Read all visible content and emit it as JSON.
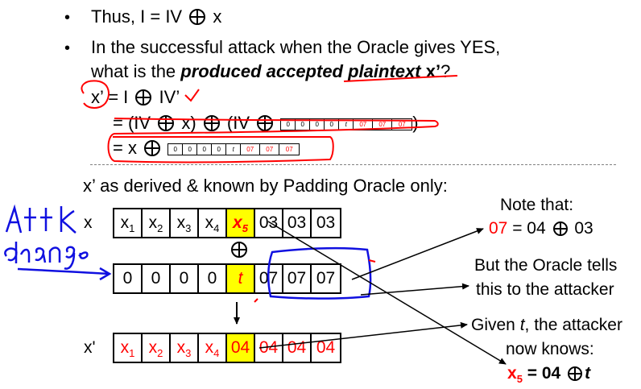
{
  "bullets": {
    "b1": {
      "prefix": "Thus, I = IV",
      "suffix": "x"
    },
    "b2": {
      "line1": "In the successful attack when the Oracle gives YES,",
      "line2_pre": "what is the ",
      "line2_em": "produced accepted plaintext",
      "line2_var": "x’",
      "line2_q": "?"
    }
  },
  "derivation": {
    "line1_var": "x’",
    "line1_rest": "= I",
    "line1_iv": "IV’",
    "line2_pre": "= (IV",
    "line2_mid": "x)",
    "line2_iv": "(IV",
    "line2_close": ")",
    "line3_pre": "= x",
    "strip1": [
      "0",
      "0",
      "0",
      "0",
      "t",
      "07",
      "07",
      "07"
    ],
    "strip2": [
      "0",
      "0",
      "0",
      "0",
      "t",
      "07",
      "07",
      "07"
    ]
  },
  "section_title": "x’ as derived & known by Padding Oracle only:",
  "rows": {
    "x_label": "x",
    "x_cells": [
      {
        "base": "x",
        "sub": "1"
      },
      {
        "base": "x",
        "sub": "2"
      },
      {
        "base": "x",
        "sub": "3"
      },
      {
        "base": "x",
        "sub": "4"
      },
      {
        "base": "x",
        "sub": "5"
      },
      {
        "base": "03",
        "sub": ""
      },
      {
        "base": "03",
        "sub": ""
      },
      {
        "base": "03",
        "sub": ""
      }
    ],
    "pad_cells": [
      "0",
      "0",
      "0",
      "0",
      "t",
      "07",
      "07",
      "07"
    ],
    "xp_label": "x'",
    "xp_cells": [
      {
        "base": "x",
        "sub": "1"
      },
      {
        "base": "x",
        "sub": "2"
      },
      {
        "base": "x",
        "sub": "3"
      },
      {
        "base": "x",
        "sub": "4"
      },
      {
        "base": "04",
        "sub": ""
      },
      {
        "base": "04",
        "sub": ""
      },
      {
        "base": "04",
        "sub": ""
      },
      {
        "base": "04",
        "sub": ""
      }
    ]
  },
  "notes": {
    "n1_line1": "Note that:",
    "n1_red": "07",
    "n1_mid": "= 04",
    "n1_end": "03",
    "n2_line1": "But the Oracle tells",
    "n2_line2": "this to the attacker",
    "n3_pre": "Given ",
    "n3_t": "t",
    "n3_post": ", the attacker",
    "n3_line2": "now knows:",
    "n3_x": "x",
    "n3_sub": "5",
    "n3_eq": " = 04 ",
    "n3_t2": "t"
  },
  "handwriting": {
    "word1": "Attk",
    "word2": "change"
  },
  "colors": {
    "red": "#ff0000",
    "highlight": "#ffff00",
    "ink_blue": "#1010e0"
  }
}
